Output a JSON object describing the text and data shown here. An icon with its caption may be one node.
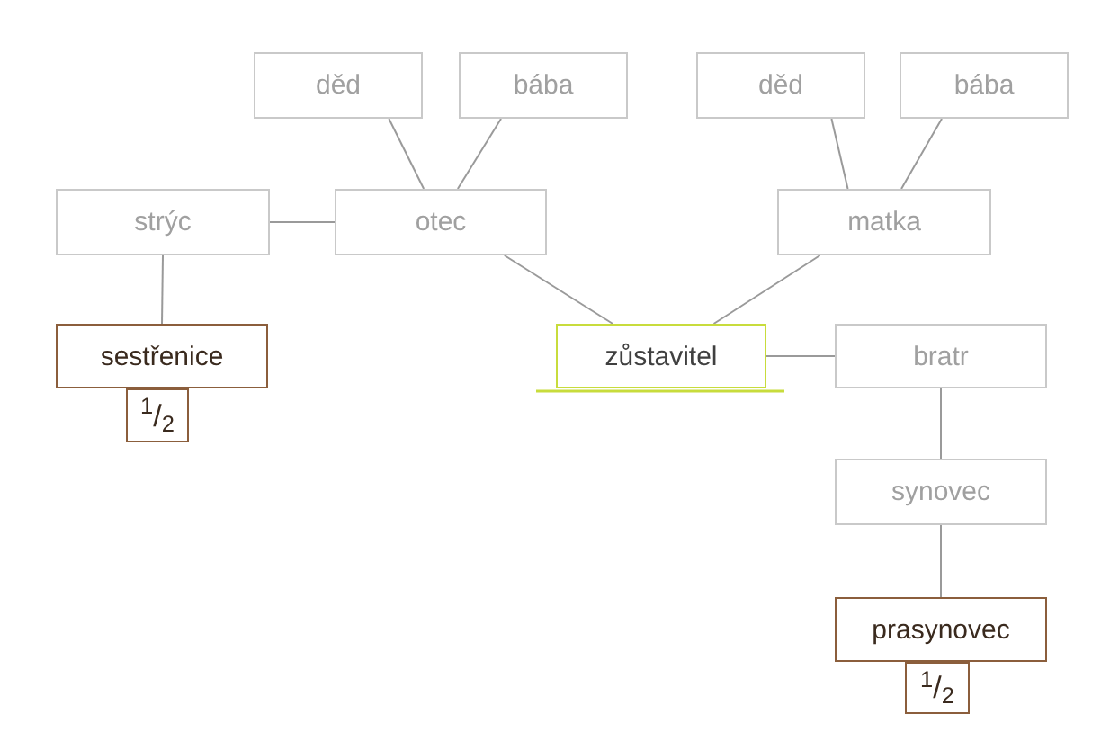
{
  "diagram": {
    "nodes": [
      {
        "text": [
          "děd"
        ]
      },
      {
        "text": [
          "bába"
        ]
      },
      {
        "text": [
          "děd"
        ]
      },
      {
        "text": [
          "bába"
        ]
      },
      {
        "text": [
          "strýc"
        ]
      },
      {
        "text": [
          "otec"
        ]
      },
      {
        "text": [
          "matka"
        ]
      },
      {
        "text": [
          "sestřenice"
        ]
      },
      {
        "text": [
          "$^{1}$/$_{2}$"
        ]
      },
      {
        "text": [
          "zůstavitel"
        ]
      },
      {
        "text": [
          "bratr"
        ]
      },
      {
        "text": [
          "synovec"
        ]
      },
      {
        "text": [
          "prasynovec"
        ]
      },
      {
        "text": [
          "$^{1}$/$_{2}$"
        ]
      }
    ],
    "edges": [
      {
        "from": 0,
        "to": 5,
        "arrow": "none"
      },
      {
        "from": 1,
        "to": 5,
        "arrow": "none"
      },
      {
        "from": 2,
        "to": 6,
        "arrow": "none"
      },
      {
        "from": 3,
        "to": 6,
        "arrow": "none"
      },
      {
        "from": 4,
        "to": 5,
        "arrow": "none"
      },
      {
        "from": 5,
        "to": 9,
        "arrow": "none"
      },
      {
        "from": 6,
        "to": 9,
        "arrow": "none"
      },
      {
        "from": 4,
        "to": 7,
        "arrow": "none"
      },
      {
        "from": 9,
        "to": 10,
        "arrow": "none"
      },
      {
        "from": 10,
        "to": 11,
        "arrow": "none"
      },
      {
        "from": 11,
        "to": 12,
        "arrow": "none"
      }
    ]
  }
}
